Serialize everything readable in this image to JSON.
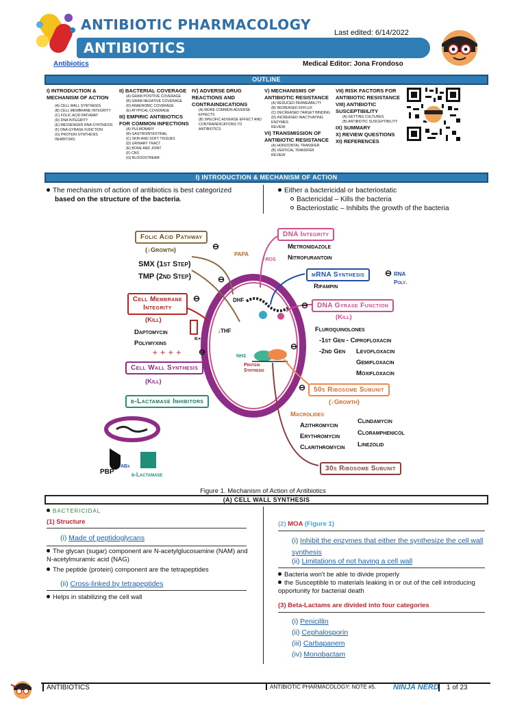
{
  "header": {
    "course_title": "ANTIBIOTIC PHARMACOLOGY",
    "page_title": "ANTIBIOTICS",
    "last_edited": "Last edited: 6/14/2022",
    "breadcrumb": "Antibiotics",
    "medical_editor": "Medical Editor: Jona Frondoso"
  },
  "outline": {
    "title": "OUTLINE",
    "col1": {
      "heading": "I) INTRODUCTION & MECHANISM OF ACTION",
      "items": [
        "(A) CELL WALL SYNTHESIS",
        "(B) CELL MEMBRANE INTEGRITY",
        "(C) FOLIC ACID PATHWAY",
        "(D) DNA INTEGRITY",
        "(E) MESSENGER RNA SYNTHESIS",
        "(F) DNA GYRASE FUNCTION",
        "(G) PROTEIN SYNTHESIS INHIBITORS"
      ]
    },
    "col2": {
      "heading": "II) BACTERIAL COVERAGE",
      "items": [
        "(A) GRAM POSITIVE COVERAGE",
        "(B) GRAM NEGATIVE COVERAGE",
        "(D) ANAEROBIC COVERAGE",
        "(E) ATYPICAL COVERAGE"
      ],
      "heading2": "III) EMPIRIC ANTIBIOTICS FOR COMMON INFECTIONS",
      "items2": [
        "(A) PULMONARY",
        "(B) GASTROINTESTINAL",
        "(C) SKIN AND SOFT TISSUES",
        "(D) URINARY TRACT",
        "(E) BONE AND JOINT",
        "(F) CNS",
        "(G) BLOODSTREAM"
      ]
    },
    "col3": {
      "heading": "IV) ADVERSE DRUG REACTIONS AND CONTRAINDICATIONS",
      "items": [
        "(A) MORE COMMON ADVERSE EFFECTS",
        "(B) SPECIFIC ADVERSE EFFECT AND CONTRAINDICATIONS TO ANTIBIOTICS"
      ]
    },
    "col4": {
      "heading": "V) MECHANISMS OF ANTIBIOTIC RESISTANCE",
      "items": [
        "(A) REDUCED PERMEABILITY",
        "(B) INCREASED EFFLUX",
        "(C) DECREASED TARGET BINDING",
        "(D) INCREASED INACTIVATING ENZYMES",
        "REVIEW"
      ],
      "heading2": "VI) TRANSMISSION OF ANTIBIOTIC RESISTANCE",
      "items2": [
        "(A) HORIZONTAL TRANSFER",
        "(B) VERTICAL TRANSFER",
        "REVIEW"
      ]
    },
    "col5": {
      "heading": "VII) RISK FACTORS FOR ANTIBIOTIC RESISTANCE",
      "heading2": "VIII) ANTIBIOTIC SUSCEPTIBILITY",
      "items2": [
        "(A) GETTING CULTURES",
        "(B) ANTIBIOTIC SUSCEPTIBILITY"
      ],
      "heading3": "IX) SUMMARY",
      "heading4": "X) REVIEW QUESTIONS",
      "heading5": "XI) REFERENCES"
    }
  },
  "intro": {
    "title": "I) INTRODUCTION & MECHANISM OF ACTION",
    "left_text": "The mechanism of action of antibiotics is best categorized",
    "left_bold": "based on the structure of the bacteria",
    "left_end": ".",
    "right_text": "Either a bactericidal or bacteriostatic",
    "right_sub1": "Bactericidal – Kills the bacteria",
    "right_sub2": "Bacteriostatic – Inhibits the growth of the bacteria"
  },
  "diagram": {
    "folic_title": "Folic Acid Pathway",
    "folic_effect": "(↓Growth)",
    "smx": "SMX (1st Step)",
    "tmp": "TMP (2nd Step)",
    "paba": "PAPA",
    "dhf": "DHF",
    "thf": "↓THF",
    "dna_integrity_title": "DNA Integrity",
    "metronidazole": "Metronidazole",
    "nitrofurantoin": "Nitrofurantoin",
    "ros": "↑ROS",
    "mrna_title": "mRNA Synthesis",
    "rna_poly": "RNA Poly.",
    "rifampin": "Rifampin",
    "gyrase_title": "DNA Gyrase Function",
    "gyrase_effect": "(Kill)",
    "fluoroquinolones": "Fluroquinolones",
    "gen1": "-1st Gen - Ciprofloxacin",
    "gen2": "-2nd Gen",
    "levo": "Levofloxacin",
    "gemi": "Gemifloxacin",
    "moxi": "Moxifloxacin",
    "membrane_title": "Cell Membrane Integrity",
    "membrane_effect": "(Kill)",
    "daptomycin": "Daptomycin",
    "polymyxins": "Polymyxins",
    "k_plus": "K+",
    "wall_title": "Cell Wall Synthesis",
    "wall_effect": "(Kill)",
    "bl_inhibitors": "β-Lactamase Inhibitors",
    "protein_synthesis": "Protein Synthesis",
    "nh2": "NH2",
    "ribo50_title": "50s Ribosome Subunit",
    "ribo50_effect": "(↓Growth)",
    "macrolides": "Macrolides",
    "azithro": "Azithromycin",
    "erythro": "Erythromycin",
    "clarithro": "Clarithromycin",
    "clinda": "Clindamycin",
    "chloram": "Cloramphenicol",
    "linezolid": "Linezolid",
    "ribo30_title": "30s Ribosome Subunit",
    "pbp": "PBP",
    "abx": "ABx",
    "beta_lactamase": "β-Lactamase",
    "minus": "⊖"
  },
  "figure_caption": "Figure 1. Mechanism of Action of Antibiotics",
  "cell_wall": {
    "title": "(A)  CELL WALL SYNTHESIS",
    "bactericidal": "BACTERICIDAL",
    "structure_num": "(1)",
    "structure": "Structure",
    "item_i_num": "(i)",
    "item_i": "Made of peptidoglycans",
    "glycan": "The glycan (sugar) component are N-acetylglucosamine (NAM) and N-acetylmuramic acid (NAG)",
    "peptide": "The peptide (protein) component are the tetrapeptides",
    "item_ii_num": "(ii)",
    "item_ii": "Cross-linked by tetrapeptides",
    "helps": "Helps in stabilizing the cell wall",
    "moa_num": "(2)",
    "moa": "MOA",
    "moa_fig": "(Figure 1)",
    "moa_i_num": "(i)",
    "moa_i": "Inhibit the enzymes that either the synthesize the cell wall synthesis",
    "moa_ii_num": "(ii)",
    "moa_ii": "Limitations of not having a cell wall",
    "divide": "Bacteria won't be able to divide properly",
    "susceptible": "the Susceptible to materials leaking in or out of the cell introducing opportunity for bacterial death",
    "beta_num": "(3)",
    "beta": "Beta-Lactams are divided into four categories",
    "cats": [
      {
        "num": "(i)",
        "label": "Penicillin"
      },
      {
        "num": "(ii)",
        "label": "Cephalosporin"
      },
      {
        "num": "(iii)",
        "label": "Carbapanem"
      },
      {
        "num": "(iv)",
        "label": "Monobactam"
      }
    ]
  },
  "footer": {
    "left": "ANTIBIOTICS",
    "mid": "ANTIBIOTIC PHARMACOLOGY: NOTE #5.",
    "brand": "NINJA NERD",
    "page": "1 of 23"
  }
}
